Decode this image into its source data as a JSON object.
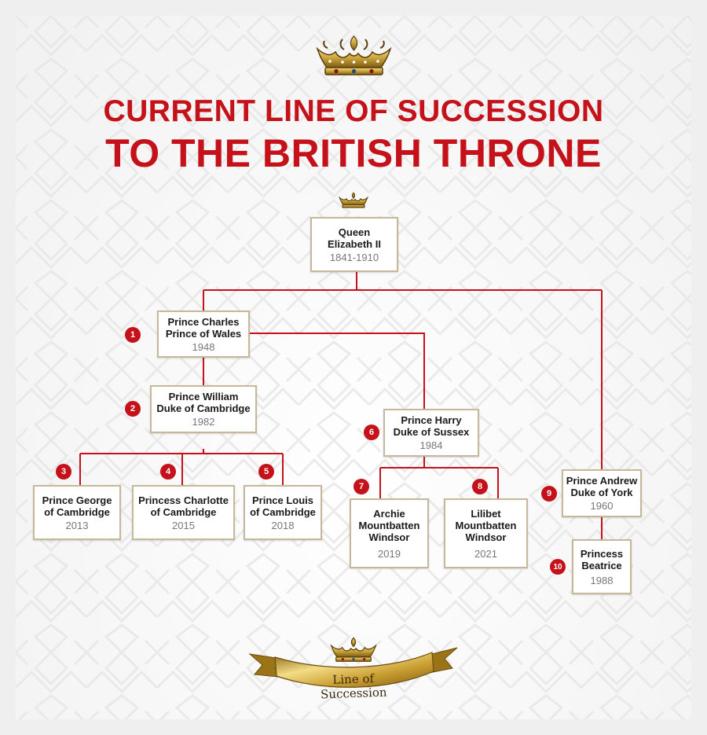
{
  "title": {
    "line1": "CURRENT LINE OF SUCCESSION",
    "line2": "TO THE BRITISH THRONE"
  },
  "colors": {
    "accent": "#c4111a",
    "box_border": "#c8b89a",
    "gold": "#c9a43a"
  },
  "icons": {
    "title": "crown-icon",
    "root": "crown-icon",
    "footer": "crown-icon"
  },
  "nodes": {
    "elizabeth": {
      "line1": "Queen",
      "line2": "Elizabeth II",
      "years": "1841-1910"
    },
    "charles": {
      "line1": "Prince Charles",
      "line2": "Prince of Wales",
      "years": "1948",
      "rank": "1"
    },
    "william": {
      "line1": "Prince William",
      "line2": "Duke of Cambridge",
      "years": "1982",
      "rank": "2"
    },
    "george": {
      "line1": "Prince George",
      "line2": "of Cambridge",
      "years": "2013",
      "rank": "3"
    },
    "charlotte": {
      "line1": "Princess Charlotte",
      "line2": "of Cambridge",
      "years": "2015",
      "rank": "4"
    },
    "louis": {
      "line1": "Prince Louis",
      "line2": "of Cambridge",
      "years": "2018",
      "rank": "5"
    },
    "harry": {
      "line1": "Prince Harry",
      "line2": "Duke of Sussex",
      "years": "1984",
      "rank": "6"
    },
    "archie": {
      "line1": "Archie",
      "line2": "Mountbatten",
      "line3": "Windsor",
      "years": "2019",
      "rank": "7"
    },
    "lilibet": {
      "line1": "Lilibet",
      "line2": "Mountbatten",
      "line3": "Windsor",
      "years": "2021",
      "rank": "8"
    },
    "andrew": {
      "line1": "Prince Andrew",
      "line2": "Duke of York",
      "years": "1960",
      "rank": "9"
    },
    "beatrice": {
      "line1": "Princess",
      "line2": "Beatrice",
      "years": "1988",
      "rank": "10"
    }
  },
  "footer": {
    "ribbon_text": "Line of Succession"
  }
}
